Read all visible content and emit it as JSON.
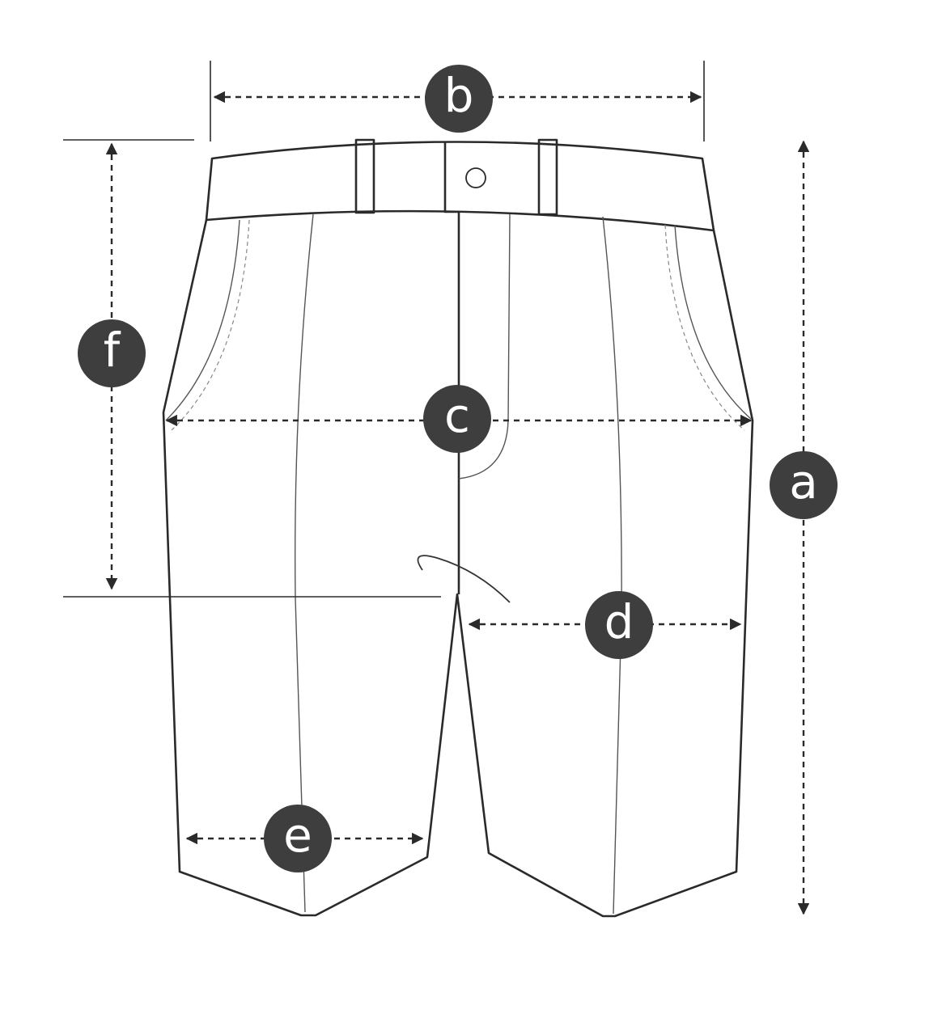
{
  "diagram": {
    "subject": "shorts",
    "measurements": [
      {
        "id": "a",
        "label": "a"
      },
      {
        "id": "b",
        "label": "b"
      },
      {
        "id": "c",
        "label": "c"
      },
      {
        "id": "d",
        "label": "d"
      },
      {
        "id": "e",
        "label": "e"
      },
      {
        "id": "f",
        "label": "f"
      }
    ],
    "badge_color": "#3e3e3e"
  }
}
